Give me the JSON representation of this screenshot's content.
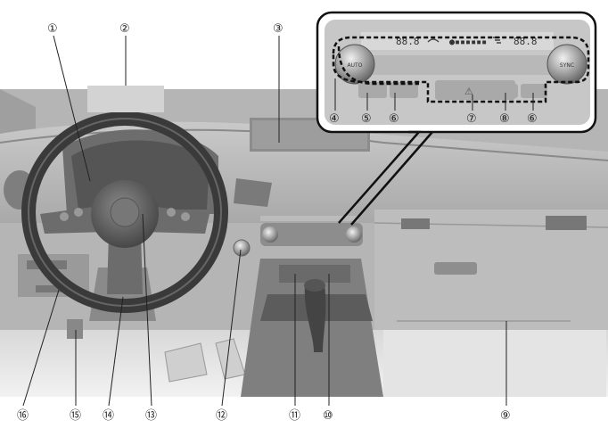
{
  "diagram": {
    "title": "",
    "callouts": [
      {
        "id": "1",
        "symbol": "①"
      },
      {
        "id": "2",
        "symbol": "②"
      },
      {
        "id": "3",
        "symbol": "③"
      },
      {
        "id": "4",
        "symbol": "④"
      },
      {
        "id": "5",
        "symbol": "⑤"
      },
      {
        "id": "6a",
        "symbol": "⑥"
      },
      {
        "id": "7",
        "symbol": "⑦"
      },
      {
        "id": "8",
        "symbol": "⑧"
      },
      {
        "id": "6b",
        "symbol": "⑥"
      },
      {
        "id": "9",
        "symbol": "⑨"
      },
      {
        "id": "10",
        "symbol": "⑩"
      },
      {
        "id": "11",
        "symbol": "⑪"
      },
      {
        "id": "12",
        "symbol": "⑫"
      },
      {
        "id": "13",
        "symbol": "⑬"
      },
      {
        "id": "14",
        "symbol": "⑭"
      },
      {
        "id": "15",
        "symbol": "⑮"
      },
      {
        "id": "16",
        "symbol": "⑯"
      }
    ],
    "climate_panel": {
      "left_temp_display": "88.8",
      "fan_display": "●▪▪▪▪▪▪",
      "right_temp_display": "88.8",
      "left_knob_label": "AUTO",
      "right_knob_label": "SYNC",
      "hazard_symbol": "⚠"
    }
  }
}
